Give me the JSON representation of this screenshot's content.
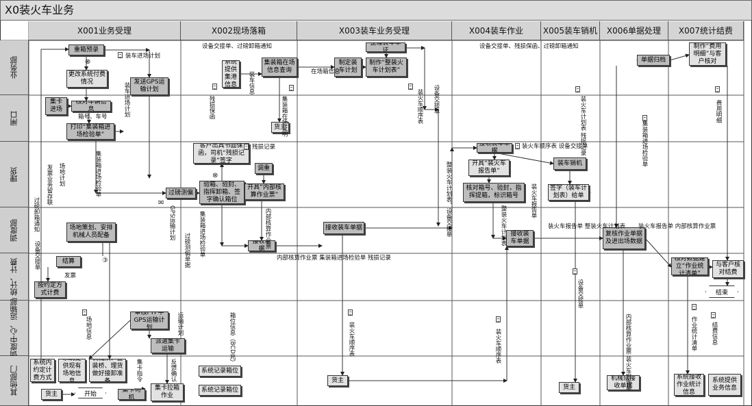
{
  "title": "X0装火车业务",
  "columns": [
    {
      "id": "x001",
      "label": "X001业务受理"
    },
    {
      "id": "x002",
      "label": "X002现场落箱"
    },
    {
      "id": "x003",
      "label": "X003装车业务受理"
    },
    {
      "id": "x004",
      "label": "X004装车作业"
    },
    {
      "id": "x005",
      "label": "X005装车销机"
    },
    {
      "id": "x006",
      "label": "X006单据处理"
    },
    {
      "id": "x007",
      "label": "X007统计结费"
    }
  ],
  "rows": [
    {
      "id": "yewu",
      "label": "业务部"
    },
    {
      "id": "zhakou",
      "label": "闸口"
    },
    {
      "id": "lihuo",
      "label": "理货"
    },
    {
      "id": "diaodu",
      "label": "调度部"
    },
    {
      "id": "tongji",
      "label": "统计、计费"
    },
    {
      "id": "diaoduzhongxin",
      "label": "调度中心、运输部"
    },
    {
      "id": "qita",
      "label": "其他部门"
    }
  ],
  "nodes": {
    "chongxiang_yushou": "重箱预录",
    "gengshan_jiesuan": "更改系统付费情况",
    "jika_jinchang": "集卡进场",
    "hedui_cheliang": "核对车辆信息",
    "dayin_yanshoudan": "打印“集装箱进场检验单”",
    "fasong_gps": "发送GPS运输计划",
    "xitong_tigong": "系统提供集港信息",
    "jizhuangxiang_chaxun": "集装箱在场信息查询",
    "huozhu_zhakou": "货主",
    "kehu_chuju": "客户出具书面保函，司机“残损记录”签字",
    "tiaozheng": "调重",
    "guobang_cechong": "过磅测偏",
    "yanxiang": "验箱、验封、指挥卸箱、签字确认箱位",
    "kaiju_neibu": "开具“内部核算作业票”",
    "jieshou_xiachandan": "接收单据",
    "changdi_cehua": "场地策划、安排机械人员配备",
    "jiesuan": "结算",
    "anyue_jiesuan": "按约定方式计费",
    "shenhe_gps": "审核FTP中GPS运输计划",
    "paiqian_jika": "派遣集卡运输",
    "xitong_yueding": "系统内约定计费方式",
    "xitong_xianchang": "系统提供现有场地信息",
    "jixiedui": "机械队、叠装桥、理货做好接卸准备",
    "huozhu_bottom": "货主",
    "kaishi": "开始",
    "jika_siji": "集卡司机",
    "jika_laxiang": "集卡拉箱作业",
    "xitong_jilu_1": "系统记录箱位",
    "xitong_jilu_2": "系统记录箱位",
    "zhengli_zhuangche": "整理装车单证",
    "zhiding_zhuangche": "制定装车计划",
    "zhizuo_shunxubiao": "制作“整装火车计划表”",
    "jieshou_zhuangchedan_1": "接收装车单据",
    "huozhu_x003": "货主",
    "jieshou_zhuangchedan_2": "接收装车单据",
    "kaiju_baogaodan": "开具“装火车报告单”",
    "hedui_xianghao": "核对箱号、验封，指挥提箱，标识箱号",
    "jieshou_zhuangchedan_3": "接收装车单据",
    "zhuangche_xiaoji": "装车销机",
    "qianzi_zhuangche": "签字（装车计划表）给单",
    "jixiedui_jieshou": "机械队接收单据",
    "huozhu_x005": "货主",
    "danju_guidang": "单据归档",
    "fuhe_zuoyepiao": "复核作业单据及进出场数据",
    "zhizuo_feiyong": "制作“费用明细”与客户核对",
    "hedui_shuju": "核对数据建立“作业统计清单”",
    "yu_kehu_hedui": "与客户核对结费",
    "jieshu": "结束",
    "xitong_jieshou": "系统接收作业统计信息",
    "xitong_tigong_yewu": "系统提供业务信息"
  },
  "labels": {
    "zhuangche_jinchang_jihua": "装车进场计划",
    "zhuangche_jinchang_jihua_v": "装车进场计划",
    "xianghao_chehao": "箱号、车号",
    "jizhuangxiang_jinchang": "集装箱进场检验单",
    "changdi_jihua": "场地计划",
    "fapiao_yewu": "发票业务留存联",
    "guobang_xiexiang_tongzhi": "过磅卸箱通知",
    "shebei_jiaojie": "设备交接单",
    "fapiao": "发票",
    "changdi_xinxi": "场地信息",
    "shebei_guobang_top": "设备交接单、过磅卸箱通知",
    "canshun_baohan": "残损保函",
    "zhuangche_xinxi": "装车信息",
    "zhakou_tixiang": "集装箱在场证明",
    "canshun_jilu": "残损记录",
    "gps_yunshu": "GPS运输计划",
    "guobang_cechong_danju": "过磅测偏单据",
    "zhuangche_jinchang_yanshou": "集装箱进场检验单",
    "neibu_hesuan": "内部核算作业票",
    "neibu_jizhuang_canshun": "内部核算作业票 集装箱进场检验单 残损记录",
    "xiangwei_xinxi": "箱位信息（BCD兆）",
    "yunshu_jihua": "运输计划",
    "jika_zhiling": "集卡指令",
    "fankui_queren": "反馈确认",
    "zai_changxiang": "在场箱信息",
    "shebei_jiaojie_v": "设备交接单",
    "zhuanghuoche_shunxu": "装火车顺序表",
    "zhenghuoche_jihua": "整装火车计划表、设备交接单",
    "zhuangche_shunxubiao_bottom": "装火车顺序表",
    "shebei_guobang_top2": "设备交接单、残损保函、过磅卸箱通知",
    "zhuangche_shunxu_2": "装火车顺序表 设备交接单",
    "zhuangche_jihuabiao_2": "整装火车计划表",
    "zhuangche_baogaodan": "装火车报告单",
    "zhuanghuoche_baogao_2": "装火车报告单 整装火车计划表",
    "zhuangche_baogao_x006": "装火车报告单 内部核算作业票",
    "zhuangche_canshun": "装火车计划表 残损记录",
    "jizhuang_jinchang_jianyan": "集装箱进场检验单",
    "shebei_jiaojie_x005": "设备交接单",
    "neibu_baogao": "内部核算作业票 装火车报告单",
    "feiyong_mingxi": "费用明细",
    "zuoye_tongji": "作业统计清单",
    "jiefei_xinxi": "结费信息"
  }
}
